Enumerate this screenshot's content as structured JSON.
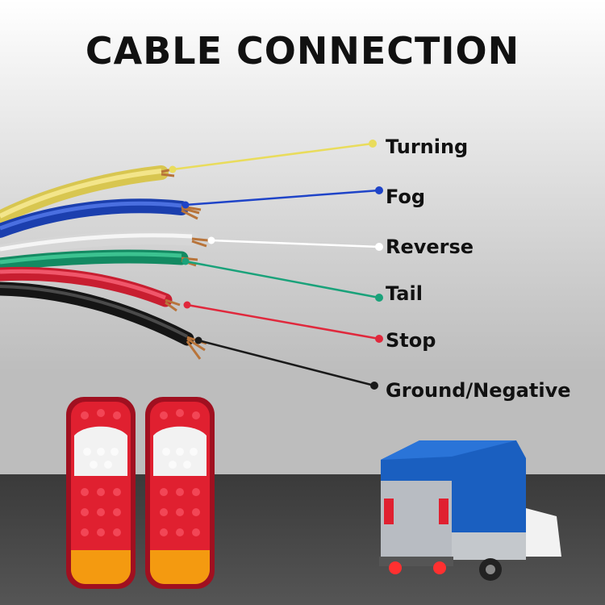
{
  "title": "CABLE CONNECTION",
  "wires": [
    {
      "label": "Turning",
      "color": "#f0e060"
    },
    {
      "label": "Fog",
      "color": "#1f44c8"
    },
    {
      "label": "Reverse",
      "color": "#ffffff"
    },
    {
      "label": "Tail",
      "color": "#1aa27a"
    },
    {
      "label": "Stop",
      "color": "#e0283c"
    },
    {
      "label": "Ground/Negative",
      "color": "#1a1a1a"
    }
  ]
}
